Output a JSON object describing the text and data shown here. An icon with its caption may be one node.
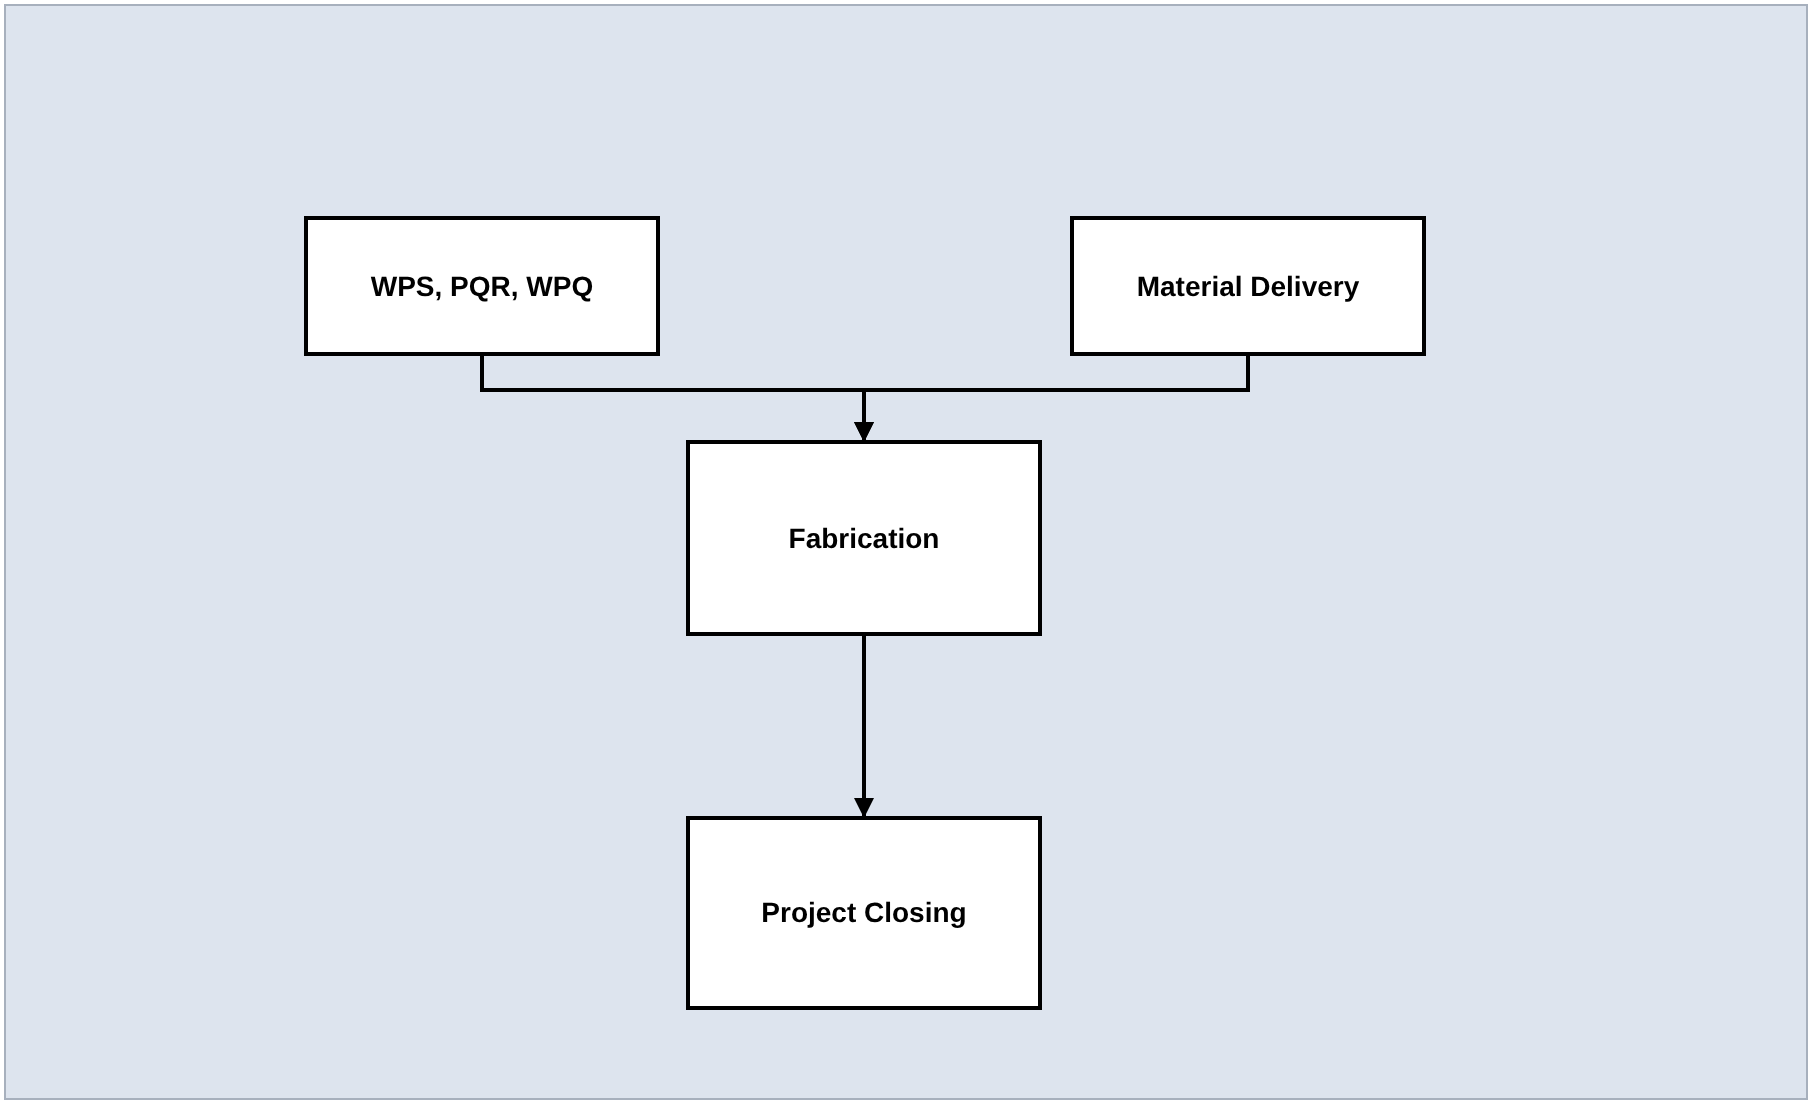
{
  "diagram": {
    "nodes": [
      {
        "text": [
          "WPS, PQR, WPQ"
        ]
      },
      {
        "text": [
          "Material Delivery"
        ]
      },
      {
        "text": [
          "Fabrication"
        ]
      },
      {
        "text": [
          "Project Closing"
        ]
      }
    ],
    "edges": [
      {
        "from": 0,
        "to": 2,
        "arrow": "to"
      },
      {
        "from": 1,
        "to": 2,
        "arrow": "to"
      },
      {
        "from": 2,
        "to": 3,
        "arrow": "to"
      }
    ]
  }
}
